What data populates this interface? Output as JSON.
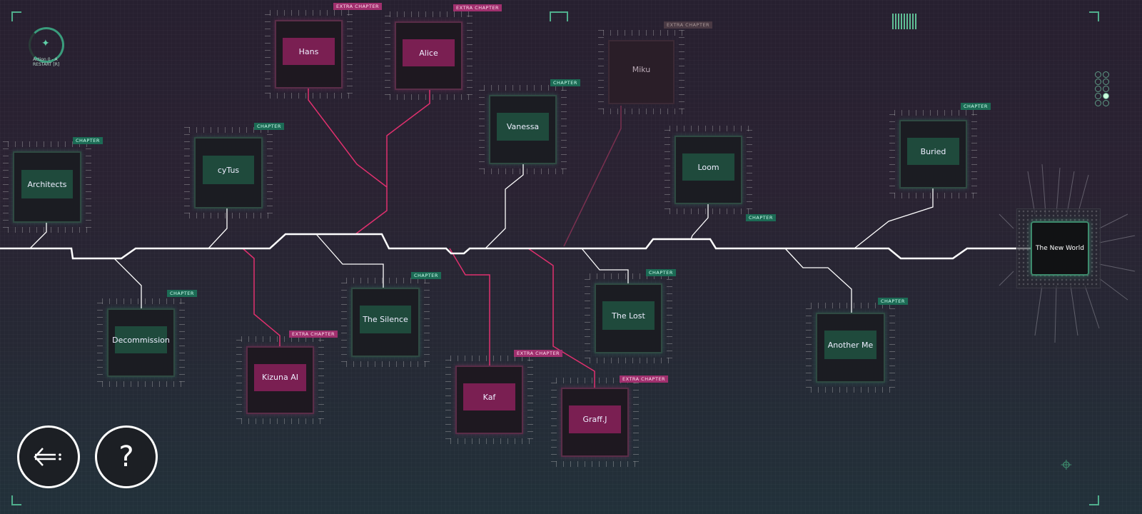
{
  "hud": {
    "restart_title": "Action 0 - A",
    "restart_hint": "RESTART [R]"
  },
  "chips": [
    {
      "id": "architects",
      "label": "Architects",
      "badge": "CHAPTER",
      "type": "chapter"
    },
    {
      "id": "cytus",
      "label": "cyTus",
      "badge": "CHAPTER",
      "type": "chapter"
    },
    {
      "id": "hans",
      "label": "Hans",
      "badge": "EXTRA CHAPTER",
      "type": "extra"
    },
    {
      "id": "alice",
      "label": "Alice",
      "badge": "EXTRA CHAPTER",
      "type": "extra"
    },
    {
      "id": "vanessa",
      "label": "Vanessa",
      "badge": "CHAPTER",
      "type": "chapter"
    },
    {
      "id": "miku",
      "label": "Miku",
      "badge": "EXTRA CHAPTER",
      "type": "locked"
    },
    {
      "id": "loom",
      "label": "Loom",
      "badge": "CHAPTER",
      "type": "chapter"
    },
    {
      "id": "buried",
      "label": "Buried",
      "badge": "CHAPTER",
      "type": "chapter"
    },
    {
      "id": "decommission",
      "label": "Decommission",
      "badge": "CHAPTER",
      "type": "chapter"
    },
    {
      "id": "kizuna",
      "label": "Kizuna AI",
      "badge": "EXTRA CHAPTER",
      "type": "extra"
    },
    {
      "id": "silence",
      "label": "The Silence",
      "badge": "CHAPTER",
      "type": "chapter"
    },
    {
      "id": "kaf",
      "label": "Kaf",
      "badge": "EXTRA CHAPTER",
      "type": "extra"
    },
    {
      "id": "graffj",
      "label": "Graff.J",
      "badge": "EXTRA CHAPTER",
      "type": "extra"
    },
    {
      "id": "lost",
      "label": "The Lost",
      "badge": "CHAPTER",
      "type": "chapter"
    },
    {
      "id": "anotherme",
      "label": "Another Me",
      "badge": "CHAPTER",
      "type": "chapter"
    }
  ],
  "final_chip": {
    "label": "The New World"
  },
  "buttons": {
    "back_icon": "back-arrow-icon",
    "help_label": "?"
  },
  "colors": {
    "chapter": "#1c6b55",
    "extra": "#a0306e",
    "wire": "#ffffff",
    "extra_wire": "#e0306e"
  }
}
